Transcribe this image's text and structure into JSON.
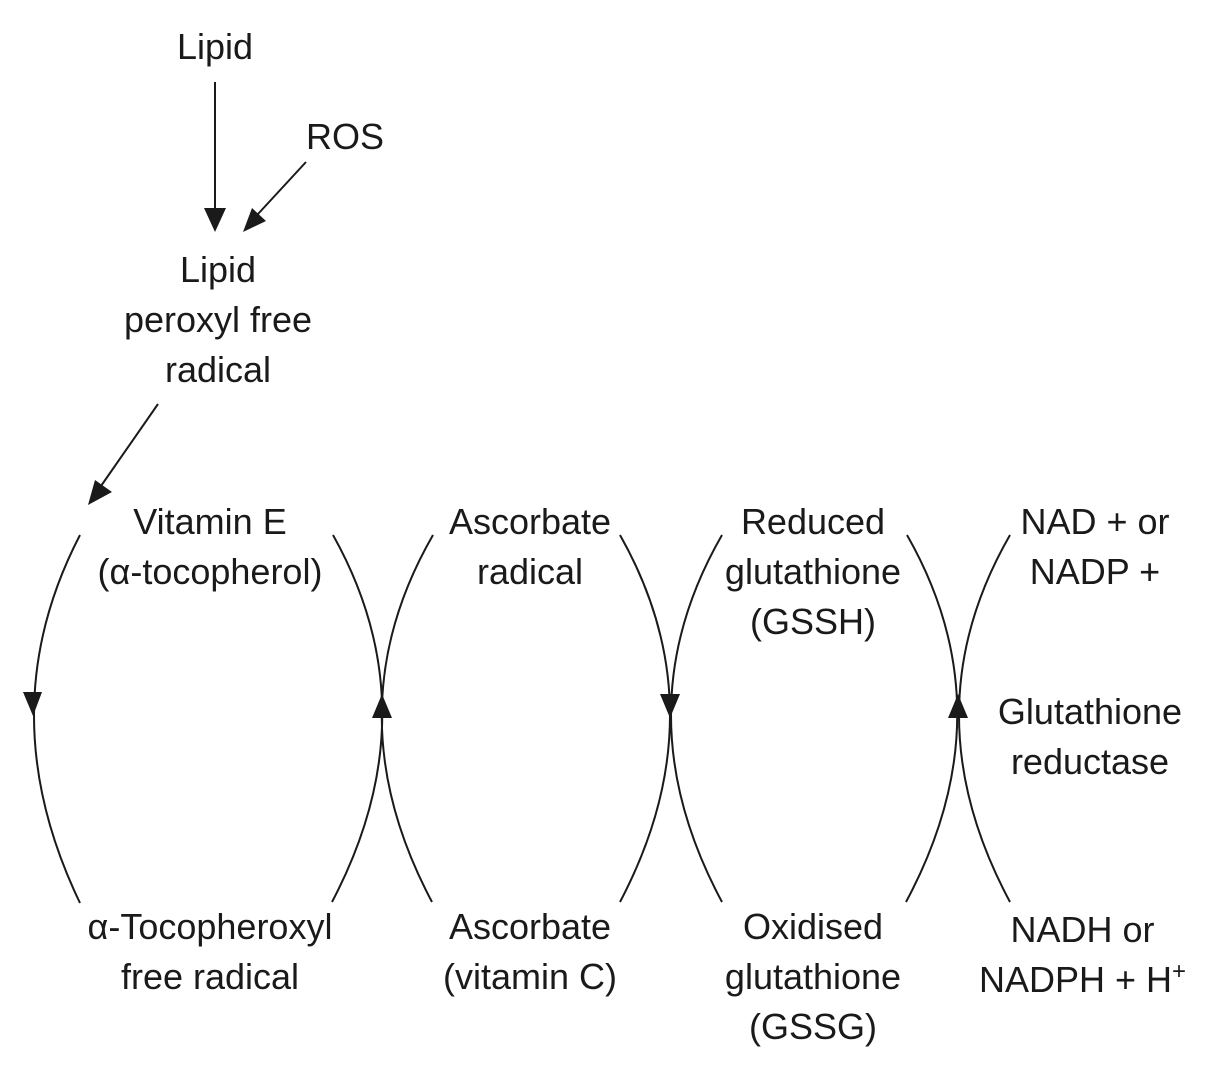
{
  "nodes": {
    "lipid": [
      "Lipid"
    ],
    "ros": [
      "ROS"
    ],
    "lipid_peroxyl": [
      "Lipid",
      "peroxyl free",
      "radical"
    ],
    "vitamin_e": [
      "Vitamin E",
      "(α-tocopherol)"
    ],
    "tocopheroxyl": [
      "α-Tocopheroxyl",
      "free radical"
    ],
    "ascorbate_radical": [
      "Ascorbate",
      "radical"
    ],
    "ascorbate": [
      "Ascorbate",
      "(vitamin C)"
    ],
    "reduced_glutathione": [
      "Reduced",
      "glutathione",
      "(GSSH)"
    ],
    "oxidised_glutathione": [
      "Oxidised",
      "glutathione",
      "(GSSG)"
    ],
    "nad": [
      "NAD + or",
      "NADP +"
    ],
    "nadh": [
      "NADH or",
      "NADPH + H"
    ],
    "nadh_superscript": "+",
    "enzyme": [
      "Glutathione",
      "reductase"
    ]
  }
}
